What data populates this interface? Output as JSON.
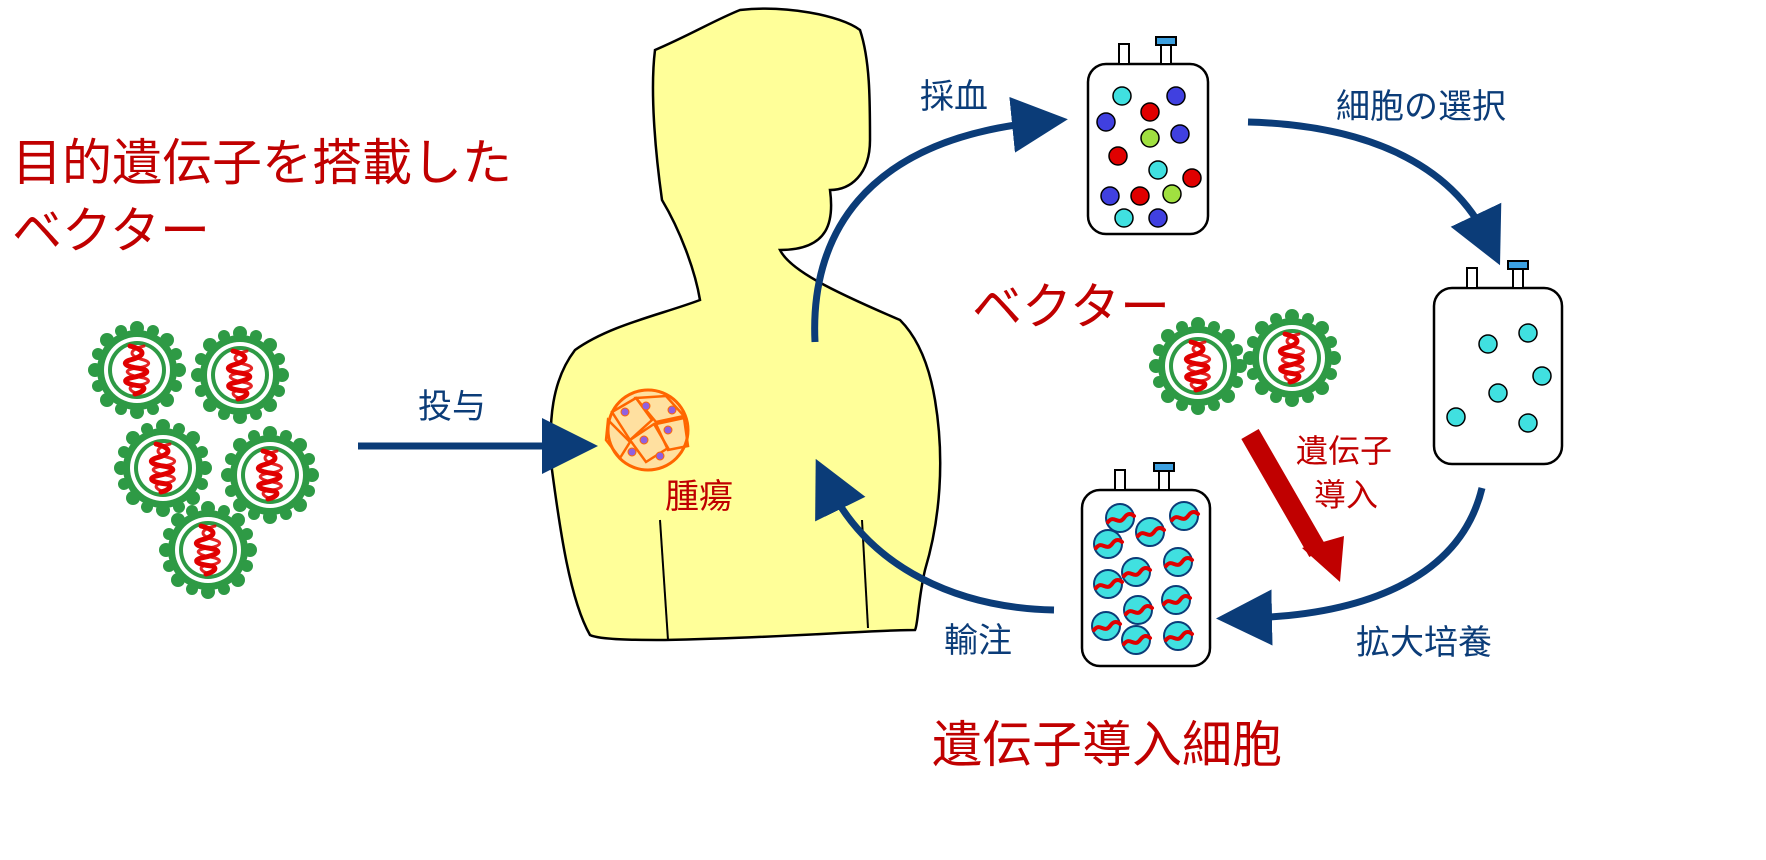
{
  "title": {
    "line1": "目的遺伝子を搭載した",
    "line2": "ベクター"
  },
  "labels": {
    "administration": "投与",
    "tumor": "腫瘍",
    "blood_draw": "採血",
    "cell_selection": "細胞の選択",
    "vector": "ベクター",
    "gene_transfer_line1": "遺伝子",
    "gene_transfer_line2": "導入",
    "expansion": "拡大培養",
    "infusion": "輸注",
    "transduced_cells": "遺伝子導入細胞"
  },
  "colors": {
    "body_fill": "#ffff99",
    "arrow_blue": "#0b3c78",
    "arrow_red": "#c00000",
    "virus_green": "#2e9a45",
    "cell_cyan": "#40e0e0",
    "cell_red": "#e00000",
    "cell_blue": "#4040e0",
    "cell_green": "#a0e040",
    "tumor_orange": "#ff6600"
  }
}
